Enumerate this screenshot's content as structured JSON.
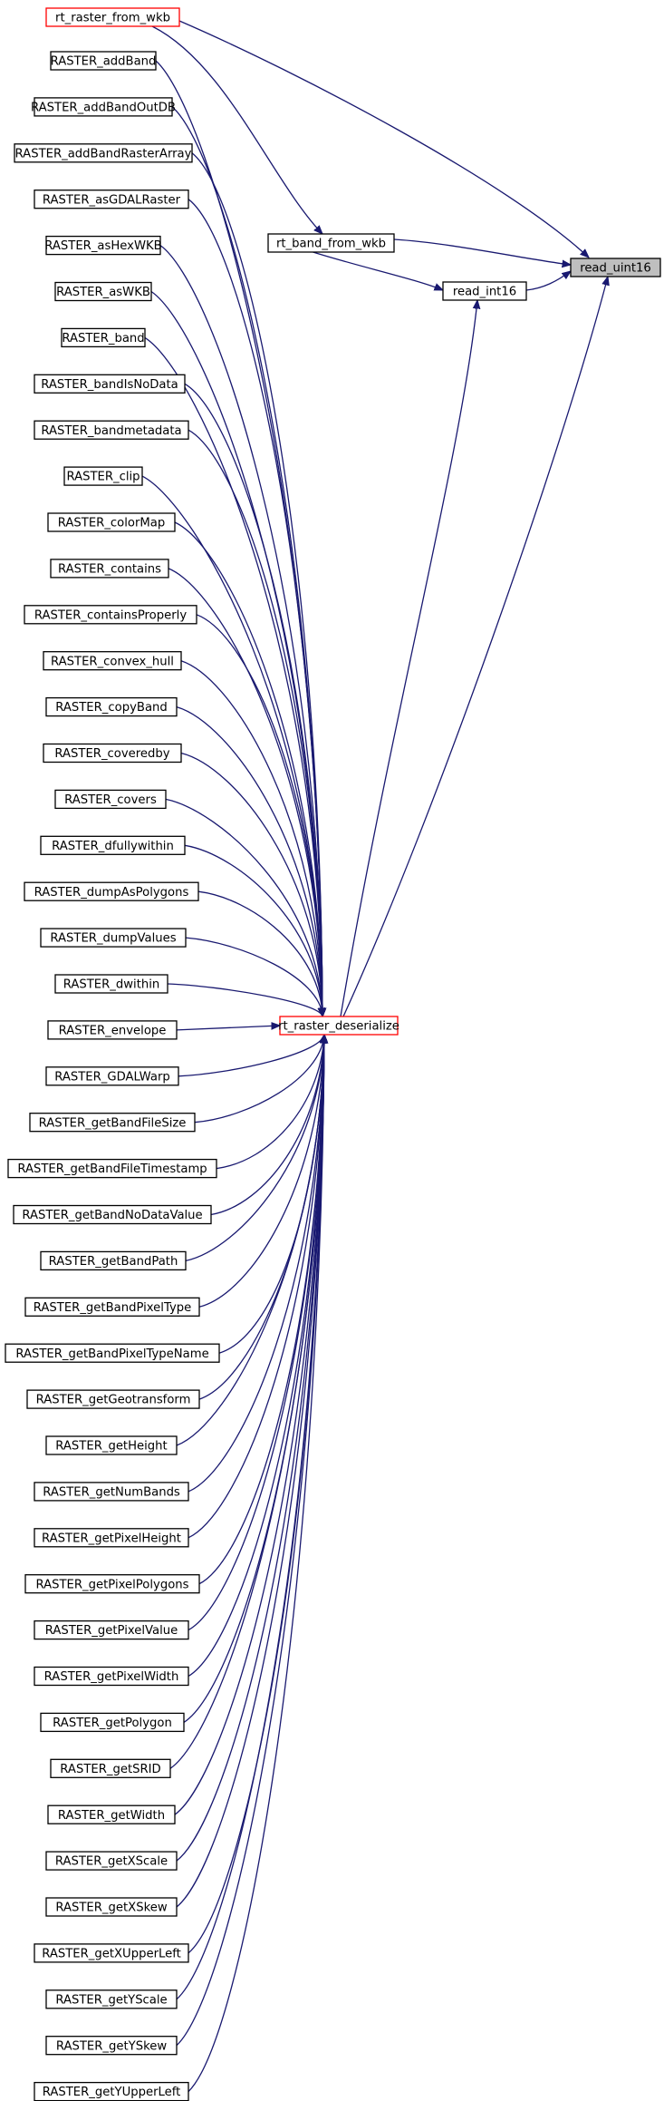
{
  "colors": {
    "edge": "#191970",
    "node_border": "#000000",
    "highlight_border": "#ff0000",
    "focus_fill": "#bfbfbf",
    "node_fill": "#ffffff"
  },
  "nodes": {
    "read_uint16": {
      "label": "read_uint16",
      "style": "focus"
    },
    "rt_band_from_wkb": {
      "label": "rt_band_from_wkb",
      "style": "normal"
    },
    "read_int16": {
      "label": "read_int16",
      "style": "normal"
    },
    "rt_raster_from_wkb": {
      "label": "rt_raster_from_wkb",
      "style": "highlight"
    },
    "rt_raster_deserialize": {
      "label": "rt_raster_deserialize",
      "style": "highlight"
    },
    "RASTER_addBand": {
      "label": "RASTER_addBand",
      "style": "normal"
    },
    "RASTER_addBandOutDB": {
      "label": "RASTER_addBandOutDB",
      "style": "normal"
    },
    "RASTER_addBandRasterArray": {
      "label": "RASTER_addBandRasterArray",
      "style": "normal"
    },
    "RASTER_asGDALRaster": {
      "label": "RASTER_asGDALRaster",
      "style": "normal"
    },
    "RASTER_asHexWKB": {
      "label": "RASTER_asHexWKB",
      "style": "normal"
    },
    "RASTER_asWKB": {
      "label": "RASTER_asWKB",
      "style": "normal"
    },
    "RASTER_band": {
      "label": "RASTER_band",
      "style": "normal"
    },
    "RASTER_bandIsNoData": {
      "label": "RASTER_bandIsNoData",
      "style": "normal"
    },
    "RASTER_bandmetadata": {
      "label": "RASTER_bandmetadata",
      "style": "normal"
    },
    "RASTER_clip": {
      "label": "RASTER_clip",
      "style": "normal"
    },
    "RASTER_colorMap": {
      "label": "RASTER_colorMap",
      "style": "normal"
    },
    "RASTER_contains": {
      "label": "RASTER_contains",
      "style": "normal"
    },
    "RASTER_containsProperly": {
      "label": "RASTER_containsProperly",
      "style": "normal"
    },
    "RASTER_convex_hull": {
      "label": "RASTER_convex_hull",
      "style": "normal"
    },
    "RASTER_copyBand": {
      "label": "RASTER_copyBand",
      "style": "normal"
    },
    "RASTER_coveredby": {
      "label": "RASTER_coveredby",
      "style": "normal"
    },
    "RASTER_covers": {
      "label": "RASTER_covers",
      "style": "normal"
    },
    "RASTER_dfullywithin": {
      "label": "RASTER_dfullywithin",
      "style": "normal"
    },
    "RASTER_dumpAsPolygons": {
      "label": "RASTER_dumpAsPolygons",
      "style": "normal"
    },
    "RASTER_dumpValues": {
      "label": "RASTER_dumpValues",
      "style": "normal"
    },
    "RASTER_dwithin": {
      "label": "RASTER_dwithin",
      "style": "normal"
    },
    "RASTER_envelope": {
      "label": "RASTER_envelope",
      "style": "normal"
    },
    "RASTER_GDALWarp": {
      "label": "RASTER_GDALWarp",
      "style": "normal"
    },
    "RASTER_getBandFileSize": {
      "label": "RASTER_getBandFileSize",
      "style": "normal"
    },
    "RASTER_getBandFileTimestamp": {
      "label": "RASTER_getBandFileTimestamp",
      "style": "normal"
    },
    "RASTER_getBandNoDataValue": {
      "label": "RASTER_getBandNoDataValue",
      "style": "normal"
    },
    "RASTER_getBandPath": {
      "label": "RASTER_getBandPath",
      "style": "normal"
    },
    "RASTER_getBandPixelType": {
      "label": "RASTER_getBandPixelType",
      "style": "normal"
    },
    "RASTER_getBandPixelTypeName": {
      "label": "RASTER_getBandPixelTypeName",
      "style": "normal"
    },
    "RASTER_getGeotransform": {
      "label": "RASTER_getGeotransform",
      "style": "normal"
    },
    "RASTER_getHeight": {
      "label": "RASTER_getHeight",
      "style": "normal"
    },
    "RASTER_getNumBands": {
      "label": "RASTER_getNumBands",
      "style": "normal"
    },
    "RASTER_getPixelHeight": {
      "label": "RASTER_getPixelHeight",
      "style": "normal"
    },
    "RASTER_getPixelPolygons": {
      "label": "RASTER_getPixelPolygons",
      "style": "normal"
    },
    "RASTER_getPixelValue": {
      "label": "RASTER_getPixelValue",
      "style": "normal"
    },
    "RASTER_getPixelWidth": {
      "label": "RASTER_getPixelWidth",
      "style": "normal"
    },
    "RASTER_getPolygon": {
      "label": "RASTER_getPolygon",
      "style": "normal"
    },
    "RASTER_getSRID": {
      "label": "RASTER_getSRID",
      "style": "normal"
    },
    "RASTER_getWidth": {
      "label": "RASTER_getWidth",
      "style": "normal"
    },
    "RASTER_getXScale": {
      "label": "RASTER_getXScale",
      "style": "normal"
    },
    "RASTER_getXSkew": {
      "label": "RASTER_getXSkew",
      "style": "normal"
    },
    "RASTER_getXUpperLeft": {
      "label": "RASTER_getXUpperLeft",
      "style": "normal"
    },
    "RASTER_getYScale": {
      "label": "RASTER_getYScale",
      "style": "normal"
    },
    "RASTER_getYSkew": {
      "label": "RASTER_getYSkew",
      "style": "normal"
    },
    "RASTER_getYUpperLeft": {
      "label": "RASTER_getYUpperLeft",
      "style": "normal"
    }
  },
  "edges": [
    {
      "from": "rt_raster_from_wkb",
      "to": "read_uint16"
    },
    {
      "from": "rt_band_from_wkb",
      "to": "read_uint16"
    },
    {
      "from": "read_int16",
      "to": "read_uint16"
    },
    {
      "from": "rt_raster_deserialize",
      "to": "read_uint16"
    },
    {
      "from": "rt_raster_from_wkb",
      "to": "rt_band_from_wkb"
    },
    {
      "from": "rt_band_from_wkb",
      "to": "read_int16"
    },
    {
      "from": "rt_raster_deserialize",
      "to": "read_int16"
    },
    {
      "from": "RASTER_addBand",
      "to": "rt_raster_deserialize"
    },
    {
      "from": "RASTER_addBandOutDB",
      "to": "rt_raster_deserialize"
    },
    {
      "from": "RASTER_addBandRasterArray",
      "to": "rt_raster_deserialize"
    },
    {
      "from": "RASTER_asGDALRaster",
      "to": "rt_raster_deserialize"
    },
    {
      "from": "RASTER_asHexWKB",
      "to": "rt_raster_deserialize"
    },
    {
      "from": "RASTER_asWKB",
      "to": "rt_raster_deserialize"
    },
    {
      "from": "RASTER_band",
      "to": "rt_raster_deserialize"
    },
    {
      "from": "RASTER_bandIsNoData",
      "to": "rt_raster_deserialize"
    },
    {
      "from": "RASTER_bandmetadata",
      "to": "rt_raster_deserialize"
    },
    {
      "from": "RASTER_clip",
      "to": "rt_raster_deserialize"
    },
    {
      "from": "RASTER_colorMap",
      "to": "rt_raster_deserialize"
    },
    {
      "from": "RASTER_contains",
      "to": "rt_raster_deserialize"
    },
    {
      "from": "RASTER_containsProperly",
      "to": "rt_raster_deserialize"
    },
    {
      "from": "RASTER_convex_hull",
      "to": "rt_raster_deserialize"
    },
    {
      "from": "RASTER_copyBand",
      "to": "rt_raster_deserialize"
    },
    {
      "from": "RASTER_coveredby",
      "to": "rt_raster_deserialize"
    },
    {
      "from": "RASTER_covers",
      "to": "rt_raster_deserialize"
    },
    {
      "from": "RASTER_dfullywithin",
      "to": "rt_raster_deserialize"
    },
    {
      "from": "RASTER_dumpAsPolygons",
      "to": "rt_raster_deserialize"
    },
    {
      "from": "RASTER_dumpValues",
      "to": "rt_raster_deserialize"
    },
    {
      "from": "RASTER_dwithin",
      "to": "rt_raster_deserialize"
    },
    {
      "from": "RASTER_envelope",
      "to": "rt_raster_deserialize"
    },
    {
      "from": "RASTER_GDALWarp",
      "to": "rt_raster_deserialize"
    },
    {
      "from": "RASTER_getBandFileSize",
      "to": "rt_raster_deserialize"
    },
    {
      "from": "RASTER_getBandFileTimestamp",
      "to": "rt_raster_deserialize"
    },
    {
      "from": "RASTER_getBandNoDataValue",
      "to": "rt_raster_deserialize"
    },
    {
      "from": "RASTER_getBandPath",
      "to": "rt_raster_deserialize"
    },
    {
      "from": "RASTER_getBandPixelType",
      "to": "rt_raster_deserialize"
    },
    {
      "from": "RASTER_getBandPixelTypeName",
      "to": "rt_raster_deserialize"
    },
    {
      "from": "RASTER_getGeotransform",
      "to": "rt_raster_deserialize"
    },
    {
      "from": "RASTER_getHeight",
      "to": "rt_raster_deserialize"
    },
    {
      "from": "RASTER_getNumBands",
      "to": "rt_raster_deserialize"
    },
    {
      "from": "RASTER_getPixelHeight",
      "to": "rt_raster_deserialize"
    },
    {
      "from": "RASTER_getPixelPolygons",
      "to": "rt_raster_deserialize"
    },
    {
      "from": "RASTER_getPixelValue",
      "to": "rt_raster_deserialize"
    },
    {
      "from": "RASTER_getPixelWidth",
      "to": "rt_raster_deserialize"
    },
    {
      "from": "RASTER_getPolygon",
      "to": "rt_raster_deserialize"
    },
    {
      "from": "RASTER_getSRID",
      "to": "rt_raster_deserialize"
    },
    {
      "from": "RASTER_getWidth",
      "to": "rt_raster_deserialize"
    },
    {
      "from": "RASTER_getXScale",
      "to": "rt_raster_deserialize"
    },
    {
      "from": "RASTER_getXSkew",
      "to": "rt_raster_deserialize"
    },
    {
      "from": "RASTER_getXUpperLeft",
      "to": "rt_raster_deserialize"
    },
    {
      "from": "RASTER_getYScale",
      "to": "rt_raster_deserialize"
    },
    {
      "from": "RASTER_getYSkew",
      "to": "rt_raster_deserialize"
    },
    {
      "from": "RASTER_getYUpperLeft",
      "to": "rt_raster_deserialize"
    }
  ]
}
